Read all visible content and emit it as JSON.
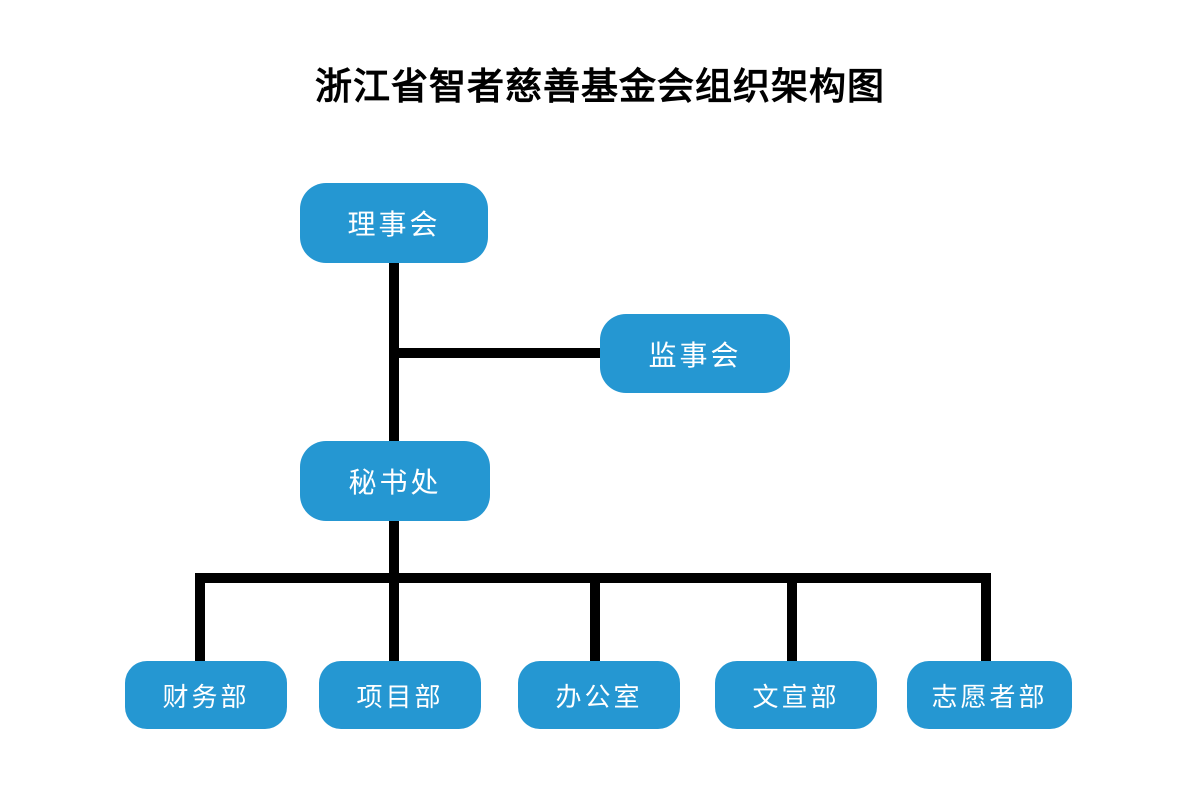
{
  "title": "浙江省智者慈善基金会组织架构图",
  "colors": {
    "node_fill": "#2597d2",
    "node_text": "#ffffff",
    "connector": "#000000",
    "title_text": "#000000",
    "background": "#ffffff"
  },
  "org_chart": {
    "type": "organization-tree",
    "levels": {
      "board": "理事会",
      "supervisors": "监事会",
      "secretariat": "秘书处"
    },
    "departments": [
      "财务部",
      "项目部",
      "办公室",
      "文宣部",
      "志愿者部"
    ],
    "edges": [
      {
        "from": "理事会",
        "to": "秘书处"
      },
      {
        "from": "理事会",
        "to": "监事会"
      },
      {
        "from": "秘书处",
        "to": "财务部"
      },
      {
        "from": "秘书处",
        "to": "项目部"
      },
      {
        "from": "秘书处",
        "to": "办公室"
      },
      {
        "from": "秘书处",
        "to": "文宣部"
      },
      {
        "from": "秘书处",
        "to": "志愿者部"
      }
    ]
  }
}
